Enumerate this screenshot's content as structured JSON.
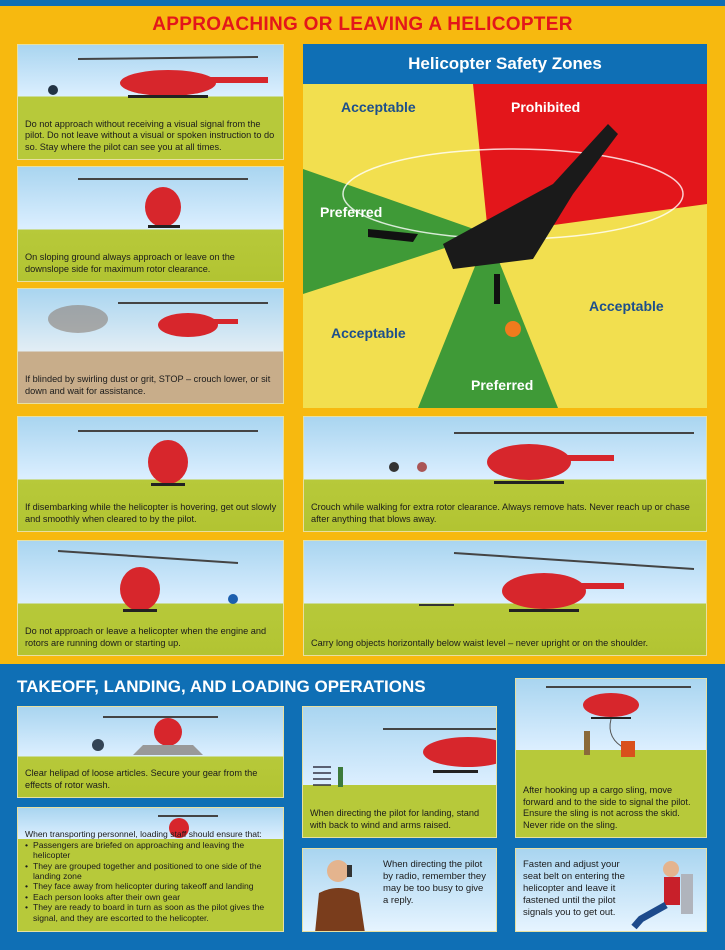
{
  "section1": {
    "title": "APPROACHING OR LEAVING A HELICOPTER",
    "left_panels": [
      "Do not approach without receiving a visual signal from the pilot. Do not leave without a visual or spoken instruction to do so. Stay where the pilot can see you at all times.",
      "On sloping ground always approach or leave on the downslope side for maximum rotor clearance.",
      "If blinded by swirling dust or grit, STOP – crouch lower, or sit down and wait for assistance.",
      "If disembarking while the helicopter is hovering, get out slowly and smoothly when cleared to by the pilot.",
      "Do not approach or leave a helicopter when the engine and rotors are running down or starting up."
    ],
    "right_panels": [
      "Crouch while walking for extra rotor clearance. Always remove hats. Never reach up or chase after anything that blows away.",
      "Carry long objects horizontally below waist level – never upright or on the shoulder."
    ],
    "zones": {
      "title": "Helicopter Safety Zones",
      "labels": {
        "acceptable_top": "Acceptable",
        "prohibited": "Prohibited",
        "preferred_left": "Preferred",
        "acceptable_right": "Acceptable",
        "acceptable_left": "Acceptable",
        "preferred_bottom": "Preferred"
      },
      "colors": {
        "acceptable": "#f2df4f",
        "prohibited": "#e3161b",
        "preferred": "#3f9a37"
      }
    }
  },
  "section2": {
    "title": "TAKEOFF, LANDING, AND LOADING OPERATIONS",
    "helipad": "Clear helipad of loose articles. Secure your gear from the effects of rotor wash.",
    "personnel": {
      "intro": "When transporting personnel, loading staff should ensure that:",
      "items": [
        "Passengers are briefed on approaching and leaving the helicopter",
        "They are grouped together and positioned to one side of the landing zone",
        "They face away from helicopter during takeoff and landing",
        "Each person looks after their own gear",
        "They are ready to board in turn as soon as the pilot gives the signal, and they are escorted to the helicopter."
      ]
    },
    "landing": "When directing the pilot for landing, stand with back to wind and arms raised.",
    "radio": "When directing the pilot by radio, remember they may be too busy to give a reply.",
    "sling": "After hooking up a cargo sling, move forward and to the side to signal the pilot. Ensure the sling is not across the skid. Never ride on the sling.",
    "seatbelt": "Fasten and adjust your seat belt on entering the helicopter and leave it fastened until the pilot signals you to get out."
  },
  "colors": {
    "yellow_bg": "#f7b90f",
    "blue_bg": "#0f6fb5",
    "title_red": "#e3161b"
  }
}
